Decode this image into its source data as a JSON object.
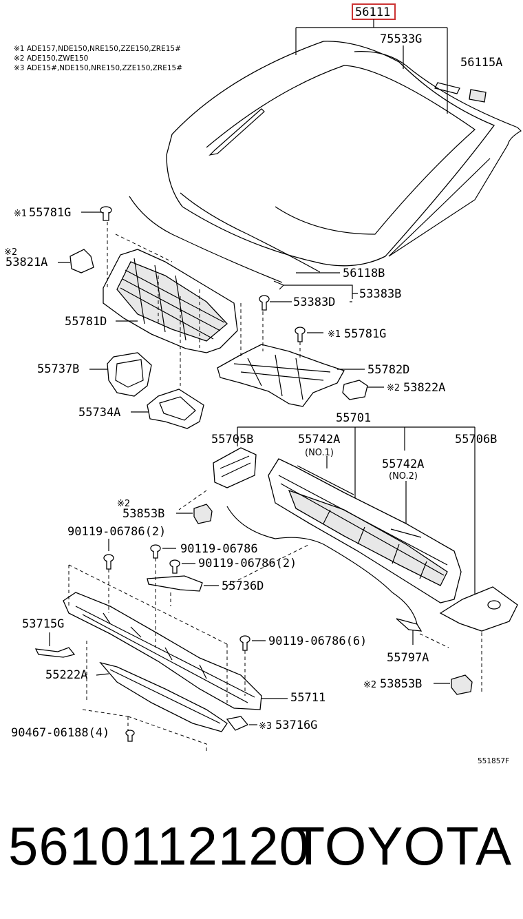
{
  "notes": [
    "※1 ADE157,NDE150,NRE150,ZZE150,ZRE15#",
    "※2 ADE150,ZWE150",
    "※3 ADE15#,NDE150,NRE150,ZZE150,ZRE15#"
  ],
  "highlight_color": "#cc3333",
  "parts": {
    "p56111": "56111",
    "p75533G": "75533G",
    "p56115A": "56115A",
    "p55781G_top": "55781G",
    "p55781G_top_mark": "※1",
    "p53821A_mark": "※2",
    "p53821A": "53821A",
    "p56118B": "56118B",
    "p53383D": "53383D",
    "p53383B": "53383B",
    "p55781D": "55781D",
    "p55781G_mid_mark": "※1",
    "p55781G_mid": "55781G",
    "p55737B": "55737B",
    "p55782D": "55782D",
    "p53822A_mark": "※2",
    "p53822A": "53822A",
    "p55734A": "55734A",
    "p55701": "55701",
    "p55705B": "55705B",
    "p55742A_1": "55742A",
    "p55742A_1_sub": "(NO.1)",
    "p55706B": "55706B",
    "p55742A_2": "55742A",
    "p55742A_2_sub": "(NO.2)",
    "p53853B_top_mark": "※2",
    "p53853B_top": "53853B",
    "p90119_a": "90119-06786(2)",
    "p90119_b": "90119-06786",
    "p90119_c": "90119-06786(2)",
    "p55736D": "55736D",
    "p53715G": "53715G",
    "p90119_d": "90119-06786(6)",
    "p55797A": "55797A",
    "p55222A": "55222A",
    "p53853B_bot_mark": "※2",
    "p53853B_bot": "53853B",
    "p55711": "55711",
    "p53716G_mark": "※3",
    "p53716G": "53716G",
    "p90467": "90467-06188(4)",
    "ref": "551857F"
  },
  "footer": {
    "part_number": "5610112120",
    "brand": "TOYOTA"
  }
}
